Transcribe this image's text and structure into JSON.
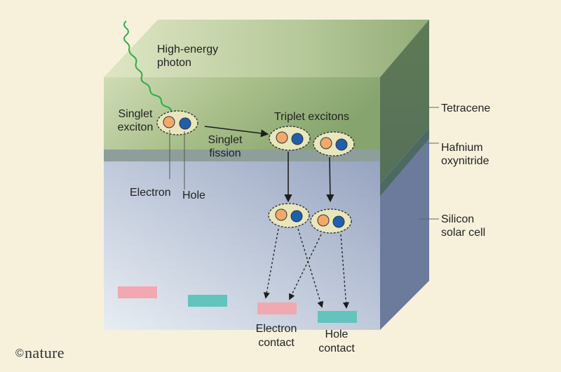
{
  "labels": {
    "photon": [
      "High-energy",
      "photon"
    ],
    "singlet_exciton": [
      "Singlet",
      "exciton"
    ],
    "singlet_fission": [
      "Singlet",
      "fission"
    ],
    "triplet_excitons": "Triplet excitons",
    "electron": "Electron",
    "hole": "Hole",
    "tetracene": "Tetracene",
    "hafnium": [
      "Hafnium",
      "oxynitride"
    ],
    "silicon": [
      "Silicon",
      "solar cell"
    ],
    "electron_contact": [
      "Electron",
      "contact"
    ],
    "hole_contact": [
      "Hole",
      "contact"
    ]
  },
  "brand": {
    "symbol": "©",
    "name": "nature"
  },
  "colors": {
    "background": "#f7f1dc",
    "tetracene": "#97b27a",
    "hafnium": "#8c9c98",
    "silicon": "#a6b2cc",
    "electron_particle": "#f3a96a",
    "hole_particle": "#1f5fb0",
    "photon_arrow": "#2fae4a",
    "electron_contact": "#f2a8b1",
    "hole_contact": "#63c4bd"
  }
}
